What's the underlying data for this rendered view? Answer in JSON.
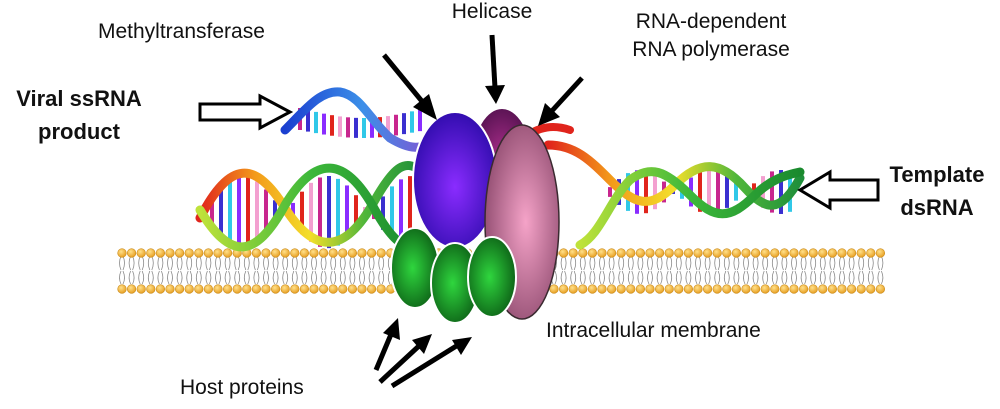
{
  "labels": {
    "helicase": "Helicase",
    "methyltransferase": "Methyltransferase",
    "rdrp_line1": "RNA-dependent",
    "rdrp_line2": "RNA polymerase",
    "viral_line1": "Viral ssRNA",
    "viral_line2": "product",
    "template_line1": "Template",
    "template_line2": "dsRNA",
    "membrane": "Intracellular membrane",
    "host": "Host proteins"
  },
  "colors": {
    "methyltransferase": "#5a14e0",
    "helicase": "#7a1f70",
    "polymerase": "#d98aa8",
    "host_protein": "#1f9a2a",
    "lipid_head": "#f3b53a",
    "background": "#ffffff"
  },
  "icons": [
    "open-arrow-icon",
    "black-arrow-icon"
  ]
}
